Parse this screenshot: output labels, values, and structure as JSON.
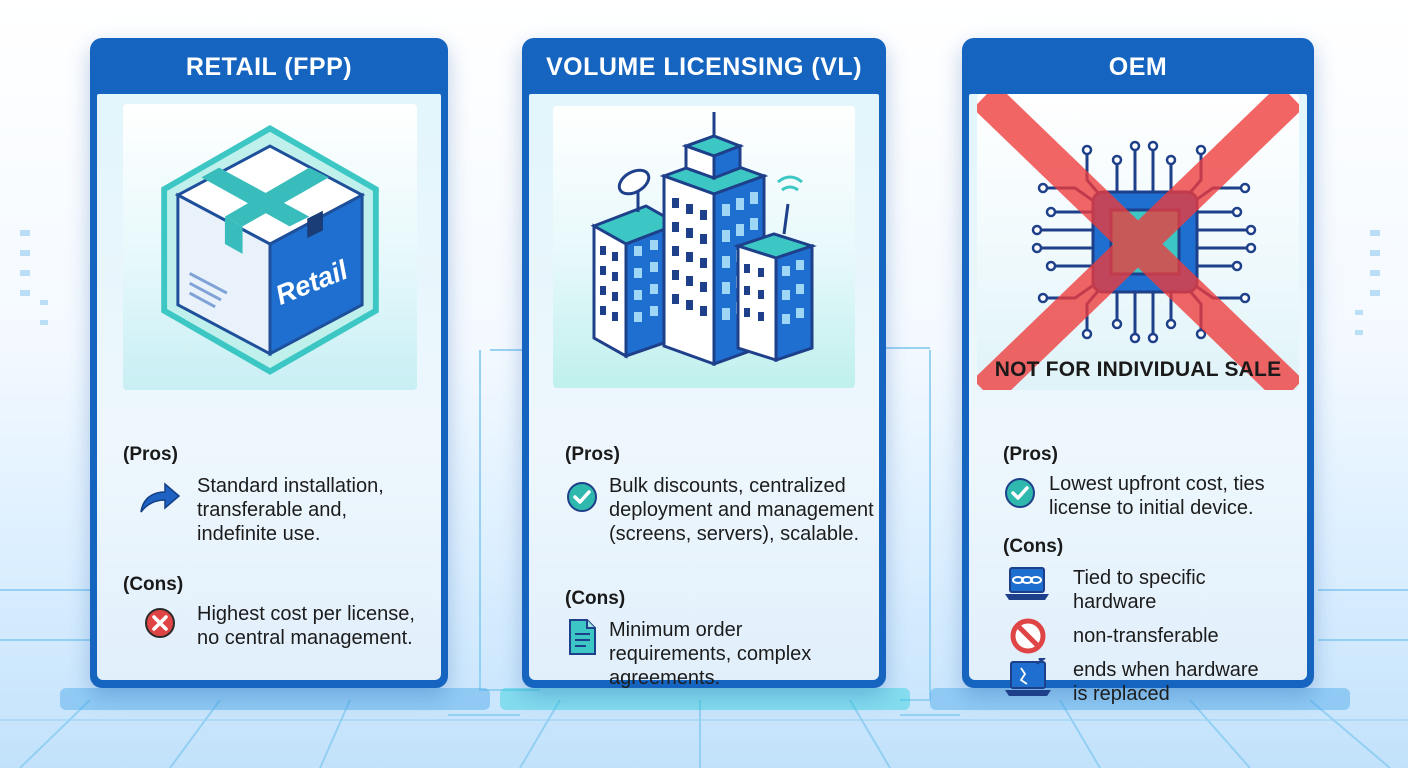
{
  "colors": {
    "card_blue": "#1565c0",
    "teal": "#3cc7c5",
    "red_x": "#ef3b3b",
    "pros_check": "#2fb8ad",
    "cons_x": "#e04545",
    "arrow_blue": "#1e63c4"
  },
  "cards": [
    {
      "title": "RETAIL (FPP)",
      "illustration": "retail-box-icon",
      "illustration_label": "Retail",
      "pros_label": "(Pros)",
      "pros": [
        {
          "icon": "arrow-icon",
          "text": "Standard installation, transferable and, indefinite use."
        }
      ],
      "cons_label": "(Cons)",
      "cons": [
        {
          "icon": "x-circle-icon",
          "text": "Highest cost per license, no central management."
        }
      ]
    },
    {
      "title": "VOLUME LICENSING (VL)",
      "illustration": "office-buildings-icon",
      "pros_label": "(Pros)",
      "pros": [
        {
          "icon": "check-circle-icon",
          "text": "Bulk discounts, centralized deployment and management (screens, servers), scalable."
        }
      ],
      "cons_label": "(Cons)",
      "cons": [
        {
          "icon": "document-icon",
          "text": "Minimum order requirements, complex agreements."
        }
      ]
    },
    {
      "title": "OEM",
      "illustration": "chip-crossed-out-icon",
      "illustration_label": "NOT FOR INDIVIDUAL SALE",
      "pros_label": "(Pros)",
      "pros": [
        {
          "icon": "check-circle-icon",
          "text": "Lowest upfront cost, ties license to initial device."
        }
      ],
      "cons_label": "(Cons)",
      "cons": [
        {
          "icon": "laptop-chain-icon",
          "text": "Tied to specific hardware"
        },
        {
          "icon": "prohibited-icon",
          "text": "non-transferable"
        },
        {
          "icon": "broken-laptop-icon",
          "text": "ends when hardware is replaced"
        }
      ]
    }
  ]
}
